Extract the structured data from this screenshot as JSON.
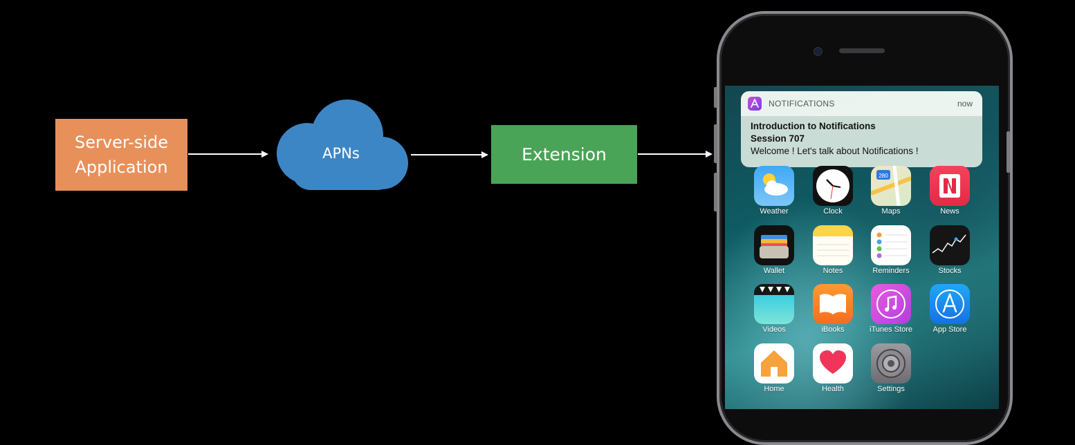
{
  "diagram": {
    "server_label_line1": "Server-side",
    "server_label_line2": "Application",
    "cloud_label": "APNs",
    "extension_label": "Extension"
  },
  "notification": {
    "app_name": "NOTIFICATIONS",
    "time": "now",
    "title": "Introduction to Notifications",
    "subtitle": "Session 707",
    "body": "Welcome ! Let's talk about Notifications !"
  },
  "apps": [
    {
      "label": "Weather",
      "icon": "weather-icon"
    },
    {
      "label": "Clock",
      "icon": "clock-icon"
    },
    {
      "label": "Maps",
      "icon": "maps-icon"
    },
    {
      "label": "News",
      "icon": "news-icon"
    },
    {
      "label": "Wallet",
      "icon": "wallet-icon"
    },
    {
      "label": "Notes",
      "icon": "notes-icon"
    },
    {
      "label": "Reminders",
      "icon": "reminders-icon"
    },
    {
      "label": "Stocks",
      "icon": "stocks-icon"
    },
    {
      "label": "Videos",
      "icon": "videos-icon"
    },
    {
      "label": "iBooks",
      "icon": "ibooks-icon"
    },
    {
      "label": "iTunes Store",
      "icon": "itunes-store-icon"
    },
    {
      "label": "App Store",
      "icon": "app-store-icon"
    },
    {
      "label": "Home",
      "icon": "home-icon"
    },
    {
      "label": "Health",
      "icon": "health-icon"
    },
    {
      "label": "Settings",
      "icon": "settings-icon"
    }
  ],
  "maps_route_number": "280",
  "colors": {
    "server_box": "#e8905a",
    "cloud": "#3d86c6",
    "extension_box": "#4aa457",
    "arrow": "#ffffff"
  }
}
